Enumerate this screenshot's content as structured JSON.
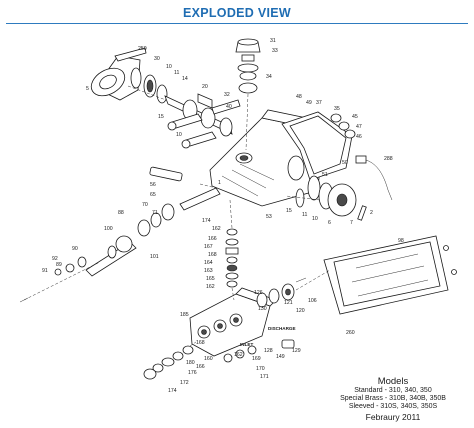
{
  "header": {
    "title": "EXPLODED VIEW"
  },
  "colors": {
    "title": "#1f6db3",
    "rule": "#2e7bbf",
    "line": "#1a1a1a"
  },
  "callouts": {
    "c250": "250",
    "c5a": "5",
    "c30": "30",
    "c10": "10",
    "c11": "11",
    "c14": "14",
    "c20": "20",
    "c32": "32",
    "c40": "40",
    "c15": "15",
    "c10b": "10",
    "c31": "31",
    "c33": "33",
    "c34": "34",
    "c48": "48",
    "c49": "49",
    "c37": "37",
    "c35": "35",
    "c45": "45",
    "c47": "47",
    "c46": "46",
    "c50": "50",
    "c51": "51",
    "c288": "288",
    "c56": "56",
    "c65": "65",
    "c1": "1",
    "c70": "70",
    "c71": "71",
    "c88": "88",
    "c90": "90",
    "c100": "100",
    "c101": "101",
    "c89": "89",
    "c92": "92",
    "c91": "91",
    "c53": "53",
    "c15b": "15",
    "c11b": "11",
    "c10c": "10",
    "c6": "6",
    "c7": "7",
    "c2": "2",
    "c174a": "174",
    "c162a": "162",
    "c166": "166",
    "c167": "167",
    "c168": "168",
    "c164": "164",
    "c163": "163",
    "c165": "165",
    "c162b": "162",
    "c126": "126",
    "c130": "130",
    "c121": "121",
    "c120": "120",
    "c106": "106",
    "c185": "185",
    "c260": "260",
    "c98": "98",
    "c162c": "162",
    "c168b": "168",
    "c160": "160",
    "c180": "180",
    "c166b": "166",
    "c176": "176",
    "c172": "172",
    "c174b": "174",
    "c169": "169",
    "c170": "170",
    "c171": "171",
    "c129": "129",
    "c149": "149",
    "c128": "128",
    "discharge": "DISCHARGE",
    "inlet": "INLET"
  },
  "models": {
    "title": "Models",
    "lines": [
      "Standard - 310, 340, 350",
      "Special Brass - 310B, 340B, 350B",
      "Sleeved - 310S, 340S, 350S"
    ],
    "date": "Febraury 2011"
  }
}
